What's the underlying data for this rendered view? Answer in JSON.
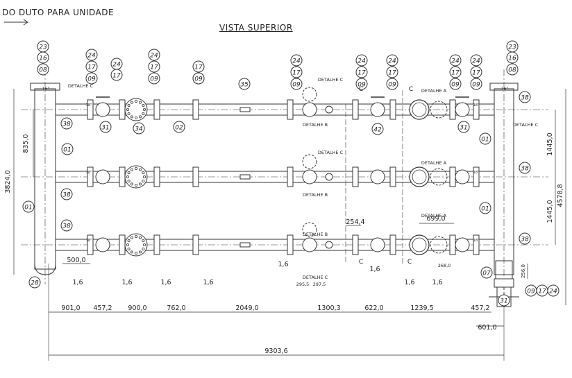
{
  "header_text": "DO DUTO PARA UNIDADE",
  "view_title": "VISTA SUPERIOR",
  "balloons": [
    "23",
    "16",
    "08",
    "24",
    "17",
    "09",
    "35",
    "31",
    "34",
    "02",
    "42",
    "38",
    "01",
    "28",
    "07"
  ],
  "detail_labels": {
    "a": "DETALHE A",
    "b": "DETALHE B",
    "c": "DETALHE C",
    "section": "C"
  },
  "pipe_sizes": [
    "16\"",
    "18\""
  ],
  "dims_bottom": [
    "901,0",
    "457,2",
    "900,0",
    "762,0",
    "2049,0",
    "1300,3",
    "622,0",
    "1239,5",
    "457,2"
  ],
  "dim_total": "9303,6",
  "dims_small": [
    "1,6",
    "500,0",
    "835,0",
    "254,4",
    "699,0",
    "295,5",
    "297,5",
    "268,0",
    "256,0",
    "601,0"
  ],
  "dims_vertical": [
    "3824,0",
    "1445,0",
    "1445,0",
    "4578,8"
  ]
}
